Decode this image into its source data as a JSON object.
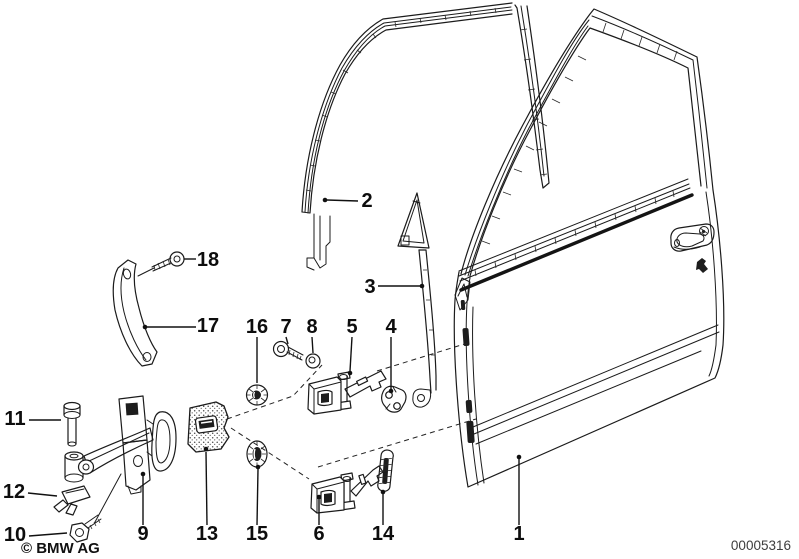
{
  "diagram": {
    "copyright": "© BMW AG",
    "document_number": "00005316",
    "colors": {
      "background": "#ffffff",
      "line": "#1b1b1b",
      "label": "#0d0d0d"
    }
  },
  "labels": [
    {
      "id": "1",
      "text": "1"
    },
    {
      "id": "2",
      "text": "2"
    },
    {
      "id": "3",
      "text": "3"
    },
    {
      "id": "4",
      "text": "4"
    },
    {
      "id": "5",
      "text": "5"
    },
    {
      "id": "6",
      "text": "6"
    },
    {
      "id": "7",
      "text": "7"
    },
    {
      "id": "8",
      "text": "8"
    },
    {
      "id": "9",
      "text": "9"
    },
    {
      "id": "10",
      "text": "10"
    },
    {
      "id": "11",
      "text": "11"
    },
    {
      "id": "12",
      "text": "12"
    },
    {
      "id": "13",
      "text": "13"
    },
    {
      "id": "14",
      "text": "14"
    },
    {
      "id": "15",
      "text": "15"
    },
    {
      "id": "16",
      "text": "16"
    },
    {
      "id": "17",
      "text": "17"
    },
    {
      "id": "18",
      "text": "18"
    }
  ]
}
